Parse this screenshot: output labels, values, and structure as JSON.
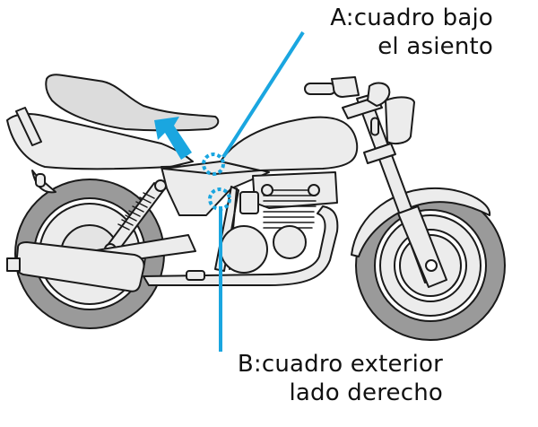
{
  "diagram": {
    "subject": "motorcycle side view",
    "callouts": [
      {
        "id": "A",
        "line1": "A:cuadro bajo",
        "line2": "el asiento",
        "target": "frame under the seat"
      },
      {
        "id": "B",
        "line1": "B:cuadro exterior",
        "line2": "lado derecho",
        "target": "outer frame right side"
      }
    ],
    "icons": [
      "seat-lift-arrow-icon"
    ],
    "colors": {
      "accent": "#1aa6e0",
      "outline": "#1a1a1a",
      "body_fill": "#ececec",
      "tire_fill": "#9a9a9a",
      "seat_fill": "#dcdcdc",
      "text": "#111111"
    }
  }
}
